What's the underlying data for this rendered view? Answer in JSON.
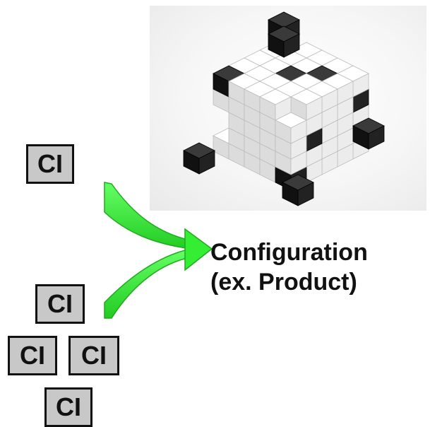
{
  "ci_label": "CI",
  "configuration": {
    "line1": "Configuration",
    "line2": "(ex. Product)"
  },
  "colors": {
    "arrow": "#33ee33",
    "ci_fill": "#c8c8c8",
    "ci_border": "#111111"
  },
  "image": {
    "description_icon": "cube-assembly-icon"
  }
}
